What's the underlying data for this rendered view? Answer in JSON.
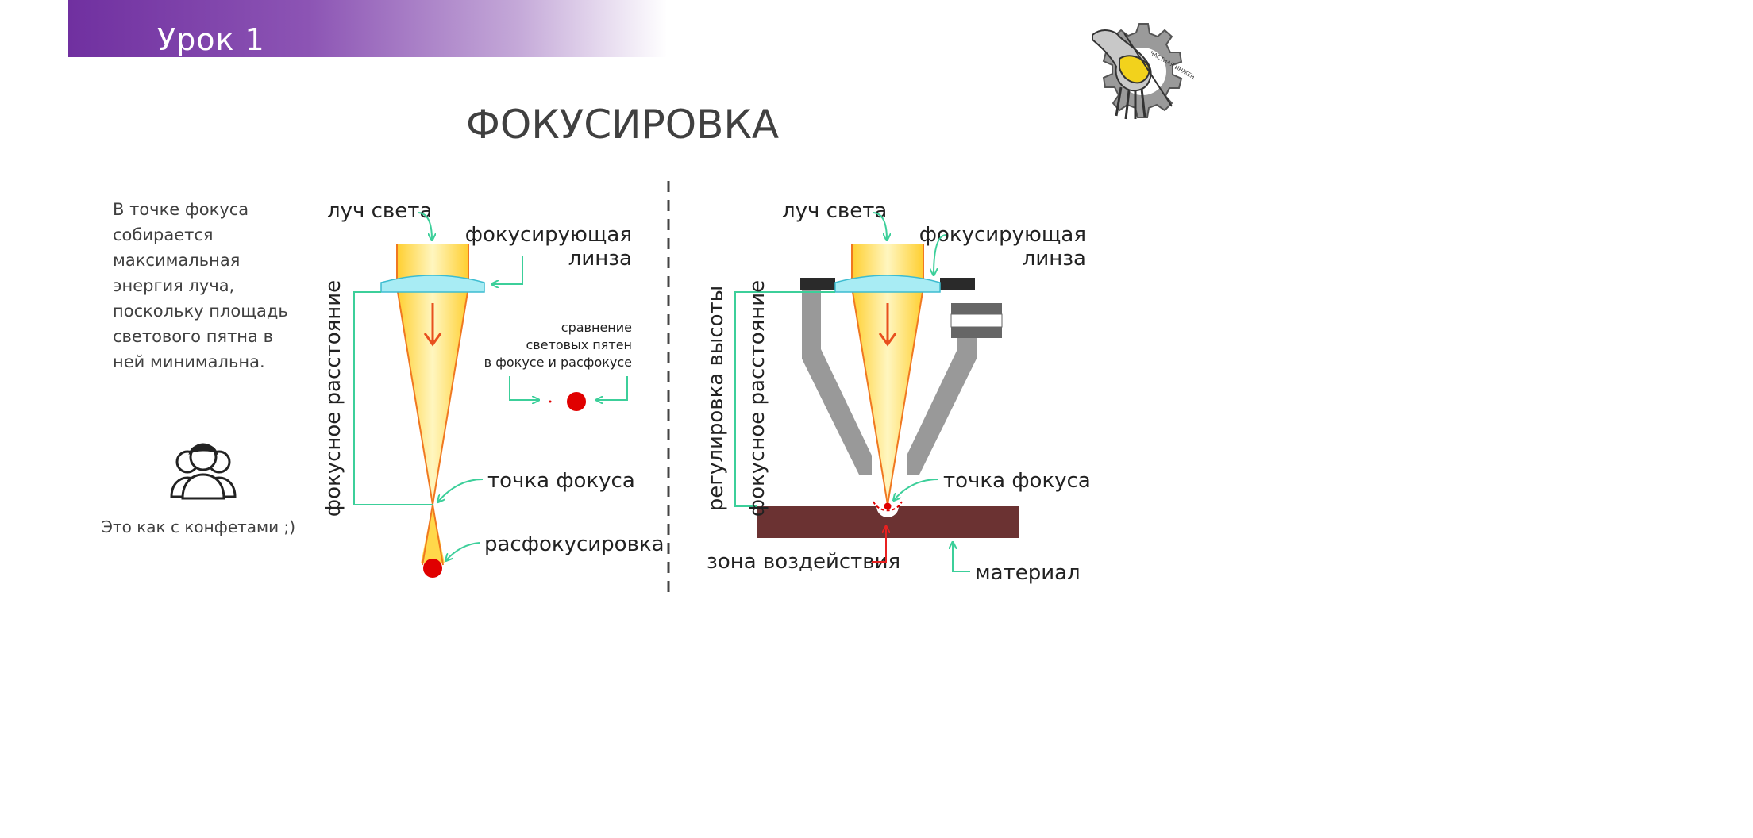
{
  "header": {
    "lesson": "Урок 1"
  },
  "title": "ФОКУСИРОВКА",
  "left_text": "В точке фокуса\nсобирается\nмаксимальная\nэнергия луча,\nпоскольку площадь\nсветового пятна в\nней минимальна.",
  "caption": "Это как с конфетами ;)",
  "logo": {
    "text": "ЧАСТНАЯ ИНЖЕНЕРНАЯ ШКОЛА"
  },
  "left_diagram": {
    "beam_label": "луч света",
    "lens_label_1": "фокусирующая",
    "lens_label_2": "линза",
    "focal_distance_label": "фокусное расстояние",
    "focus_point_label": "точка фокуса",
    "defocus_label": "расфокусировка",
    "comparison_label_1": "сравнение",
    "comparison_label_2": "световых пятен",
    "comparison_label_3": "в фокусе и расфокусе"
  },
  "right_diagram": {
    "beam_label": "луч света",
    "lens_label_1": "фокусирующая",
    "lens_label_2": "линза",
    "height_adjust_label": "регулировка высоты",
    "focal_distance_label": "фокусное расстояние",
    "focus_point_label": "точка фокуса",
    "impact_zone_label": "зона воздействия",
    "material_label": "материал"
  },
  "colors": {
    "accent_purple": "#7030a0",
    "arrow_green": "#3ccf9a",
    "beam_orange": "#f07820",
    "beam_yellow": "#ffd84a",
    "spot_red": "#e00000",
    "material_brown": "#6b3232",
    "nozzle_gray": "#999999",
    "lens_cyan": "#a8ecf4"
  }
}
